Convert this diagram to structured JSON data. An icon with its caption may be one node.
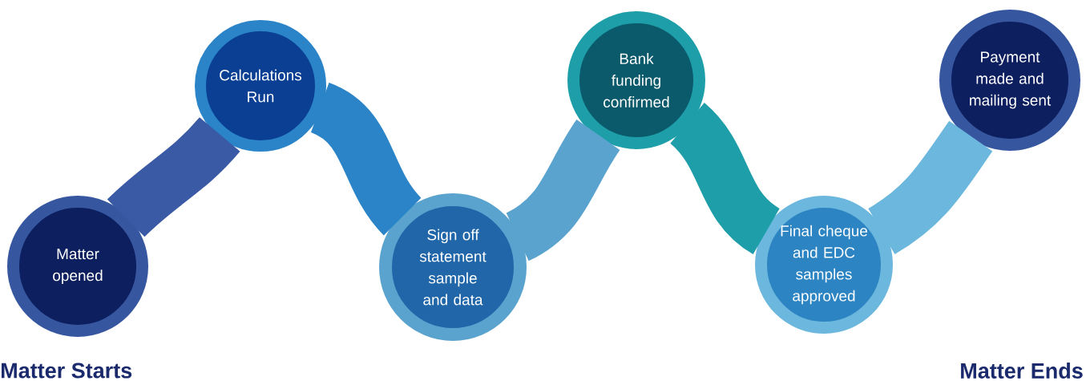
{
  "diagram": {
    "nodes": [
      {
        "text": [
          "Matter opened"
        ]
      },
      {
        "text": [
          "Calculations Run"
        ]
      },
      {
        "text": [
          "Sign off statement sample and data"
        ]
      },
      {
        "text": [
          "Bank funding confirmed"
        ]
      },
      {
        "text": [
          "Final cheque and EDC samples approved"
        ]
      },
      {
        "text": [
          "Payment made and mailing sent"
        ]
      }
    ],
    "edges": [
      {
        "from": 0,
        "to": 1,
        "arrow": "none",
        "color": "#3a5aa6"
      },
      {
        "from": 1,
        "to": 2,
        "arrow": "none",
        "color": "#2a84c7"
      },
      {
        "from": 2,
        "to": 3,
        "arrow": "none",
        "color": "#5aa3ce"
      },
      {
        "from": 3,
        "to": 4,
        "arrow": "none",
        "color": "#1e9ea8"
      },
      {
        "from": 4,
        "to": 5,
        "arrow": "none",
        "color": "#6bb7dd"
      }
    ],
    "labels": [
      "Matter Starts",
      "Matter Ends"
    ]
  }
}
